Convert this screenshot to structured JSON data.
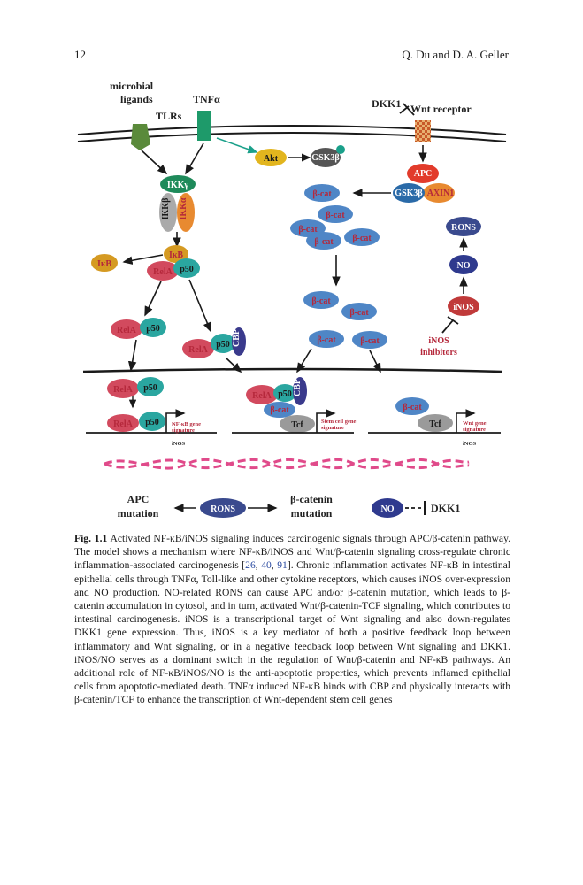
{
  "header": {
    "page_number": "12",
    "authors": "Q. Du and D. A. Geller"
  },
  "figure": {
    "labels": {
      "microbial_ligands": [
        "microbial",
        "ligands"
      ],
      "tnf": "TNFα",
      "tlrs": "TLRs",
      "dkk1": "DKK1",
      "wnt_receptor": "Wnt receptor",
      "akt": "Akt",
      "gsk3b": "GSK3β",
      "apc": "APC",
      "axin1": "AXIN1",
      "ikkg": "IKKγ",
      "ikkb": "IKKβ",
      "ikka": "IKKα",
      "ikb": "IκB",
      "rela": "RelA",
      "p50": "p50",
      "cbp": "CBP",
      "bcat": "β-cat",
      "rons": "RONS",
      "no": "NO",
      "inos": "iNOS",
      "inos_inhibitors": [
        "iNOS",
        "inhibitors"
      ],
      "tcf": "Tcf",
      "nfkb_signature": [
        "NF-κB gene",
        "signature"
      ],
      "stem_signature": [
        "Stem cell gene",
        "signature"
      ],
      "wnt_signature": [
        "Wnt gene",
        "signature"
      ],
      "inos_gene": "iNOS",
      "apc_mutation": [
        "APC",
        "mutation"
      ],
      "bcatenin_mutation": [
        "β-catenin",
        "mutation"
      ],
      "dkk1_bottom": "DKK1"
    },
    "colors": {
      "rela": "#d24a5e",
      "p50": "#2aa6a0",
      "ikb": "#d59a22",
      "bcat": "#4f86c6",
      "apc": "#e23b2b",
      "axin": "#e88a30",
      "gsk3b": "#2a6aa8",
      "akt": "#e2b51e",
      "rons": "#3a4a8e",
      "no": "#2f3a8e",
      "inos": "#c03a3a",
      "cbp": "#3a3a8c",
      "tcf": "#9a9a9a",
      "ikkg": "#1e8a5a",
      "tlr": "#5a8a3a",
      "tnfr": "#1e9a6a"
    }
  },
  "caption": {
    "label": "Fig. 1.1",
    "seg1": " Activated NF-κB/iNOS signaling induces carcinogenic signals through APC/β-catenin pathway. The model shows a mechanism where NF-κB/iNOS and Wnt/β-catenin signaling cross-regulate chronic inflammation-associated carcinogenesis [",
    "ref1": "26",
    "sep1": ", ",
    "ref2": "40",
    "sep2": ", ",
    "ref3": "91",
    "seg2": "]. Chronic inflammation activates NF-κB in intestinal epithelial cells through TNFα, Toll-like and other cytokine receptors, which causes iNOS over-expression and NO production. NO-related RONS can cause APC and/or β-catenin mutation, which leads to β-catenin accumulation in cytosol, and in turn, activated Wnt/β-catenin-TCF signaling, which contributes to intestinal carcinogenesis. iNOS is a transcriptional target of Wnt signaling and also down-regulates DKK1 gene expression. Thus, iNOS is a key mediator of both a positive feedback loop between inflammatory and Wnt signaling, or in a negative feedback loop between Wnt signaling and DKK1. iNOS/NO serves as a dominant switch in the regulation of Wnt/β-catenin and NF-κB pathways. An additional role of NF-κB/iNOS/NO is the anti-apoptotic properties, which prevents inflamed epithelial cells from apoptotic-mediated death. TNFα induced NF-κB binds with CBP and physically interacts with β-catenin/TCF to enhance the transcription of Wnt-dependent stem cell genes"
  }
}
